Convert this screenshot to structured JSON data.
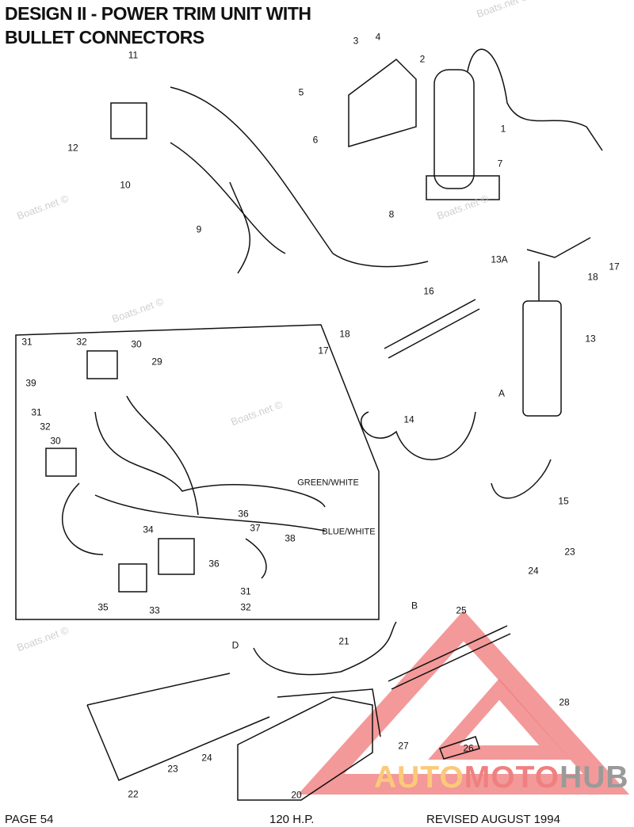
{
  "title_line1": "DESIGN II - POWER TRIM UNIT WITH",
  "title_line2": "BULLET CONNECTORS",
  "callouts": [
    "11",
    "3",
    "4",
    "2",
    "5",
    "6",
    "1",
    "7",
    "12",
    "10",
    "9",
    "8",
    "13A",
    "18",
    "17",
    "16",
    "13",
    "18",
    "17",
    "A",
    "14",
    "15",
    "31",
    "32",
    "30",
    "39",
    "29",
    "31",
    "32",
    "30",
    "36",
    "37",
    "38",
    "34",
    "36",
    "35",
    "33",
    "31",
    "32",
    "23",
    "24",
    "B",
    "25",
    "21",
    "D",
    "28",
    "27",
    "26",
    "23",
    "24",
    "22",
    "20"
  ],
  "wire_labels": [
    "GREEN/WHITE",
    "BLUE/WHITE"
  ],
  "watermark": "Boats.net ©",
  "logo": {
    "part1": "AUTO",
    "part2": "MOTO",
    "part3": "HUB",
    "colors": {
      "auto": "#fcc97a",
      "moto": "#f08080",
      "hub": "#9a9a9a"
    }
  },
  "footer": {
    "page": "PAGE 54",
    "model": "120 H.P.",
    "revised": "REVISED AUGUST 1994"
  }
}
